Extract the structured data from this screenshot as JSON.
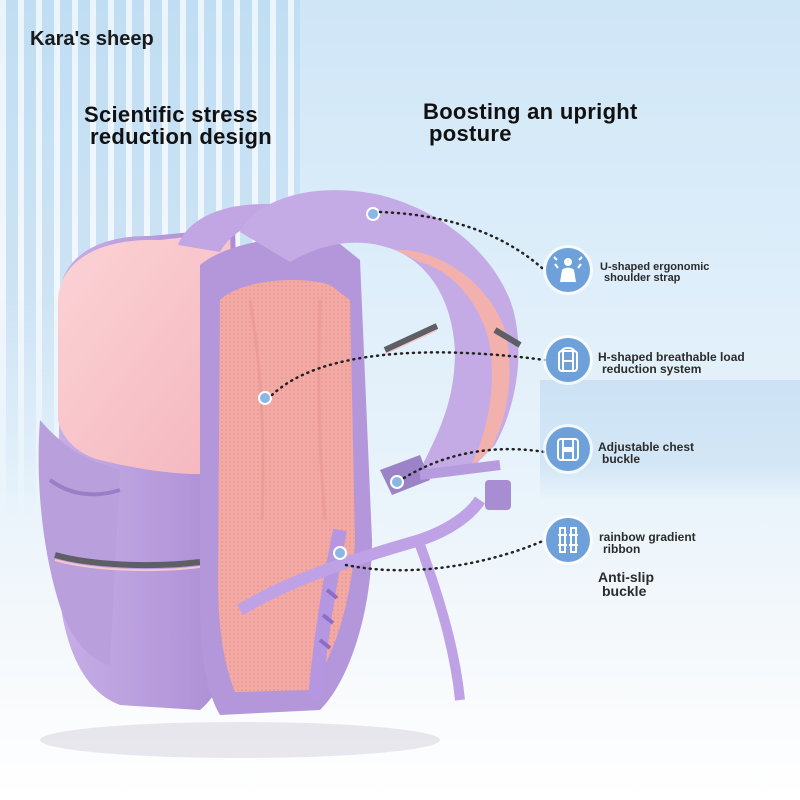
{
  "brand": "Kara's sheep",
  "headlines": {
    "left": [
      "Scientific stress",
      "reduction design"
    ],
    "right": [
      "Boosting an upright",
      "posture"
    ]
  },
  "features": [
    {
      "icon": "shoulder-strap-icon",
      "lines": [
        "U-shaped ergonomic",
        "shoulder strap"
      ]
    },
    {
      "icon": "backpack-back-icon",
      "lines": [
        "H-shaped breathable load",
        "reduction system"
      ]
    },
    {
      "icon": "chest-buckle-icon",
      "lines": [
        "Adjustable chest",
        "buckle"
      ]
    },
    {
      "icon": "ribbon-buckle-icon",
      "lines": [
        "rainbow gradient",
        "ribbon"
      ]
    }
  ],
  "extra_label": [
    "Anti-slip",
    "buckle"
  ],
  "colors": {
    "icon_circle": "#6ea1d9",
    "backpack_purple": "#b79bdc",
    "backpack_pink": "#f6bcc4",
    "mesh_pink": "#f2a9a6"
  }
}
